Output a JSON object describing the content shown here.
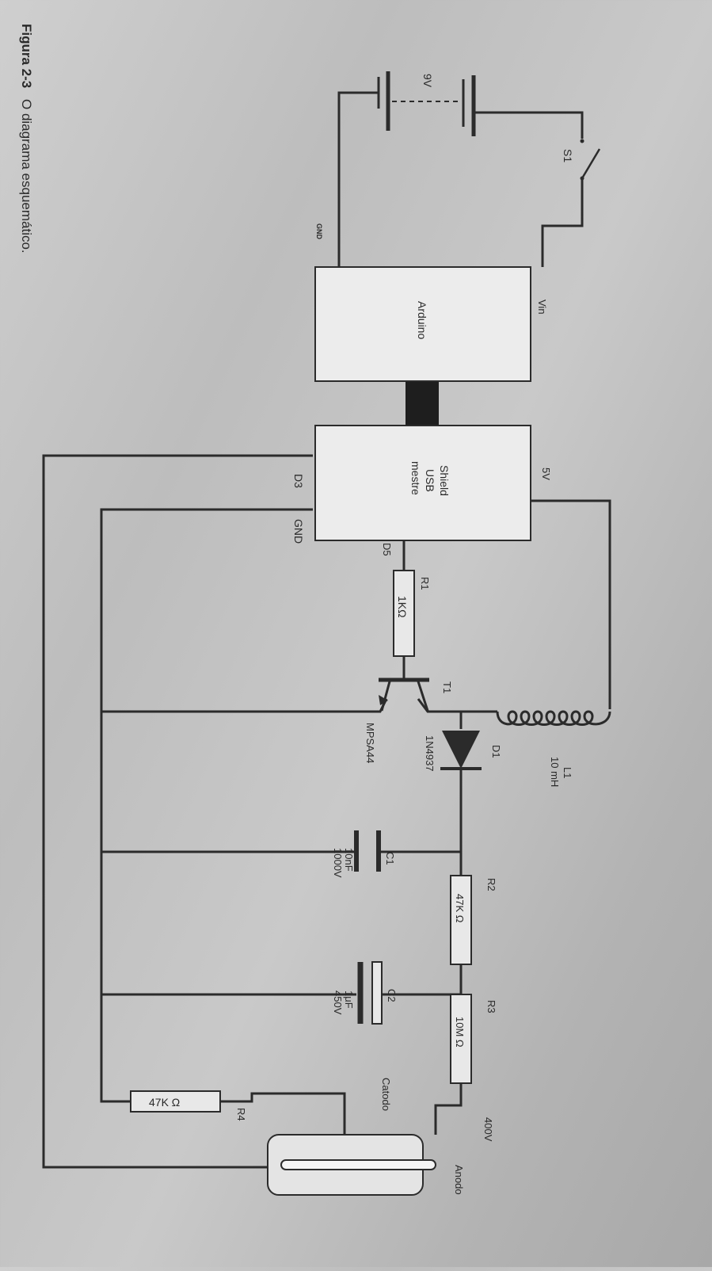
{
  "caption": {
    "label": "Figura 2-3",
    "text": "O diagrama esquemático."
  },
  "components": {
    "battery": {
      "label": "9V"
    },
    "switch": {
      "label": "S1"
    },
    "arduino": {
      "label": "Arduino",
      "pin_vin": "Vin",
      "pin_gnd": "GND"
    },
    "shield": {
      "line1": "Shield",
      "line2": "USB",
      "line3": "mestre",
      "pin_5v": "5V",
      "pin_d3": "D3",
      "pin_gnd": "GND",
      "pin_d5": "D5"
    },
    "r1": {
      "name": "R1",
      "value": "1KΩ"
    },
    "t1": {
      "name": "T1",
      "part": "MPSA44"
    },
    "l1": {
      "name": "L1",
      "value": "10 mH"
    },
    "d1": {
      "name": "D1",
      "part": "1N4937"
    },
    "c1": {
      "name": "C1",
      "value1": "10nF",
      "value2": "1000V"
    },
    "r2": {
      "name": "R2",
      "value": "47K Ω"
    },
    "c2": {
      "name": "C2",
      "value1": "1μF",
      "value2": "450V"
    },
    "r3": {
      "name": "R3",
      "value": "10M Ω"
    },
    "r4": {
      "name": "R4",
      "value": "47K Ω"
    },
    "tube": {
      "voltage": "400V",
      "anode": "Anodo",
      "cathode": "Catodo"
    }
  }
}
